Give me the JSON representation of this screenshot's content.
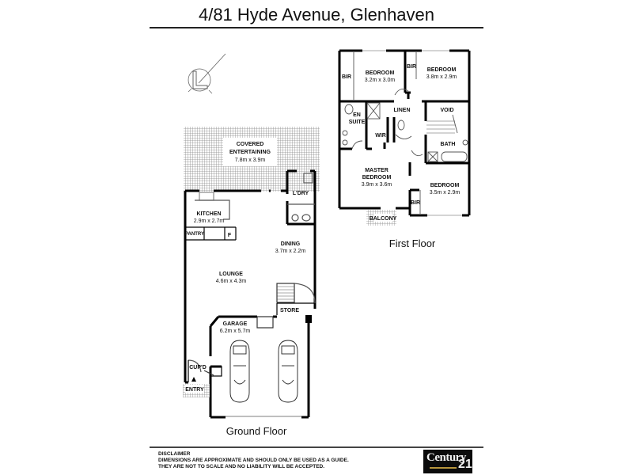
{
  "header": {
    "title": "4/81 Hyde Avenue, Glenhaven"
  },
  "compass": {
    "icon": "north-arrow-icon"
  },
  "ground_floor": {
    "label": "Ground Floor",
    "rooms": [
      {
        "id": "covered-entertaining",
        "name_line1": "COVERED",
        "name_line2": "ENTERTAINING",
        "dims": "7.8m x 3.9m"
      },
      {
        "id": "laundry",
        "name": "L'DRY"
      },
      {
        "id": "kitchen",
        "name": "KITCHEN",
        "dims": "2.9m x 2.7m"
      },
      {
        "id": "pantry",
        "name": "PANTRY"
      },
      {
        "id": "fridge",
        "name": "F"
      },
      {
        "id": "dining",
        "name": "DINING",
        "dims": "3.7m x 2.2m"
      },
      {
        "id": "lounge",
        "name": "LOUNGE",
        "dims": "4.6m x 4.3m"
      },
      {
        "id": "store",
        "name": "STORE"
      },
      {
        "id": "garage",
        "name": "GARAGE",
        "dims": "6.2m x 5.7m"
      },
      {
        "id": "cupboard",
        "name": "CUP'D"
      },
      {
        "id": "entry",
        "name": "ENTRY"
      }
    ]
  },
  "first_floor": {
    "label": "First Floor",
    "rooms": [
      {
        "id": "bir-1",
        "name": "BIR"
      },
      {
        "id": "bedroom-2",
        "name": "BEDROOM",
        "dims": "3.2m x 3.0m"
      },
      {
        "id": "bir-2",
        "name": "BIR"
      },
      {
        "id": "bedroom-3",
        "name": "BEDROOM",
        "dims": "3.8m x 2.9m"
      },
      {
        "id": "en-suite",
        "name_line1": "EN",
        "name_line2": "SUITE"
      },
      {
        "id": "linen",
        "name": "LINEN"
      },
      {
        "id": "void",
        "name": "VOID"
      },
      {
        "id": "wir",
        "name": "WIR"
      },
      {
        "id": "bath",
        "name": "BATH"
      },
      {
        "id": "master-bedroom",
        "name_line1": "MASTER",
        "name_line2": "BEDROOM",
        "dims": "3.9m x 3.6m"
      },
      {
        "id": "bedroom-4",
        "name": "BEDROOM",
        "dims": "3.5m x 2.9m"
      },
      {
        "id": "bir-3",
        "name": "BIR"
      },
      {
        "id": "balcony",
        "name": "BALCONY"
      }
    ]
  },
  "footer": {
    "disclaimer_heading": "DISCLAIMER",
    "disclaimer_line1": "DIMENSIONS ARE APPROXIMATE AND SHOULD ONLY BE USED AS A GUIDE.",
    "disclaimer_line2": "THEY ARE NOT TO SCALE AND NO LIABILITY WILL BE ACCEPTED.",
    "logo_word": "Century",
    "logo_number": "21"
  }
}
